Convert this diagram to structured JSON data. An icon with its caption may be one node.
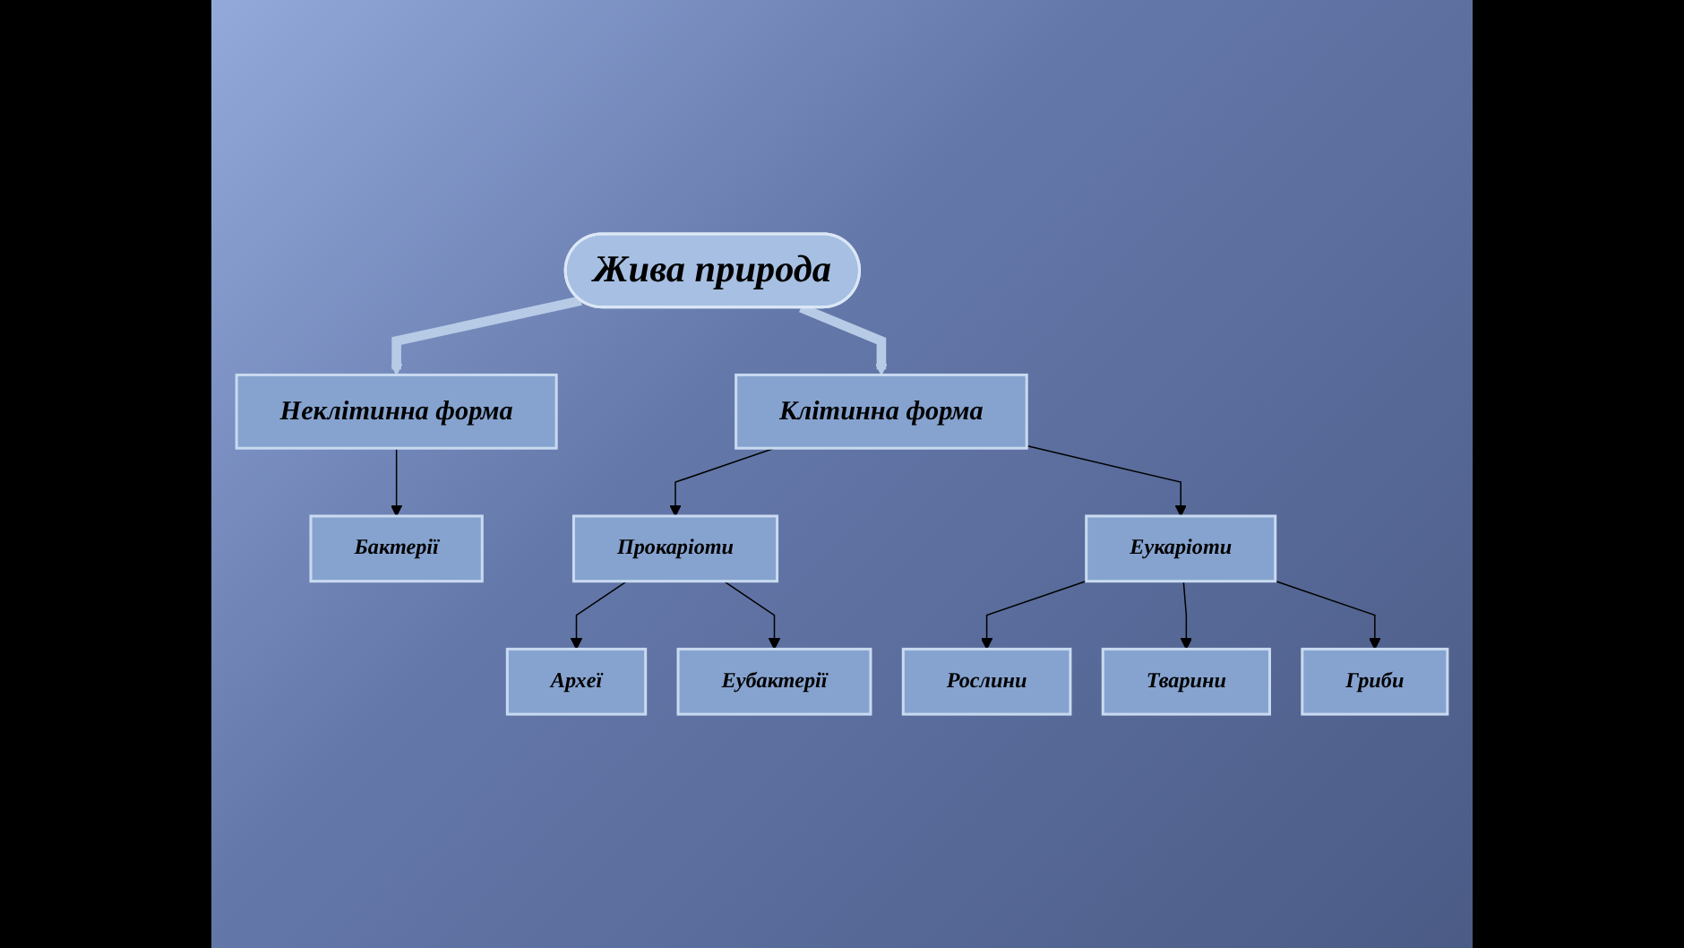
{
  "diagram": {
    "nodes": [
      {
        "text": [
          "Жива природа"
        ]
      },
      {
        "text": [
          "Неклітинна форма"
        ]
      },
      {
        "text": [
          "Клітинна форма"
        ]
      },
      {
        "text": [
          "Бактерії"
        ]
      },
      {
        "text": [
          "Прокаріоти"
        ]
      },
      {
        "text": [
          "Еукаріоти"
        ]
      },
      {
        "text": [
          "Археї"
        ]
      },
      {
        "text": [
          "Еубактерії"
        ]
      },
      {
        "text": [
          "Рослини"
        ]
      },
      {
        "text": [
          "Тварини"
        ]
      },
      {
        "text": [
          "Гриби"
        ]
      }
    ],
    "edges": [
      {
        "from": 0,
        "to": 1,
        "arrow": "to",
        "style": "thick",
        "color": "#b7cbe6"
      },
      {
        "from": 0,
        "to": 2,
        "arrow": "to",
        "style": "thick",
        "color": "#b7cbe6"
      },
      {
        "from": 1,
        "to": 3,
        "arrow": "to"
      },
      {
        "from": 2,
        "to": 4,
        "arrow": "to"
      },
      {
        "from": 2,
        "to": 5,
        "arrow": "to"
      },
      {
        "from": 4,
        "to": 6,
        "arrow": "to"
      },
      {
        "from": 4,
        "to": 7,
        "arrow": "to"
      },
      {
        "from": 5,
        "to": 8,
        "arrow": "to"
      },
      {
        "from": 5,
        "to": 9,
        "arrow": "to"
      },
      {
        "from": 5,
        "to": 10,
        "arrow": "to"
      }
    ]
  }
}
